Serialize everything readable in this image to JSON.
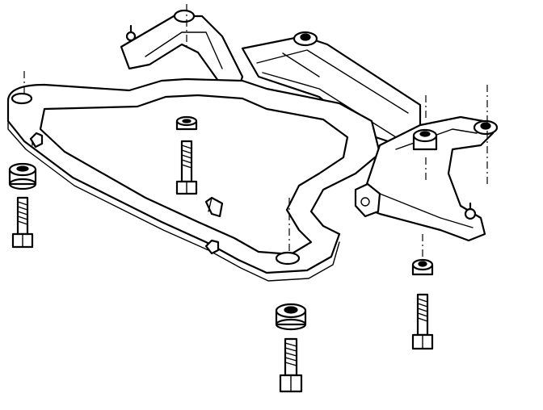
{
  "diagram": {
    "kind": "exploded-view technical illustration",
    "subject_parts": [
      "frame",
      "front-mount-bolt",
      "front-mount-insulator",
      "center-mount-bolt",
      "rear-mount-bolt",
      "rear-mount-insulator",
      "lower-control-arm"
    ],
    "line_color": "#000000",
    "background_color": "#ffffff"
  }
}
